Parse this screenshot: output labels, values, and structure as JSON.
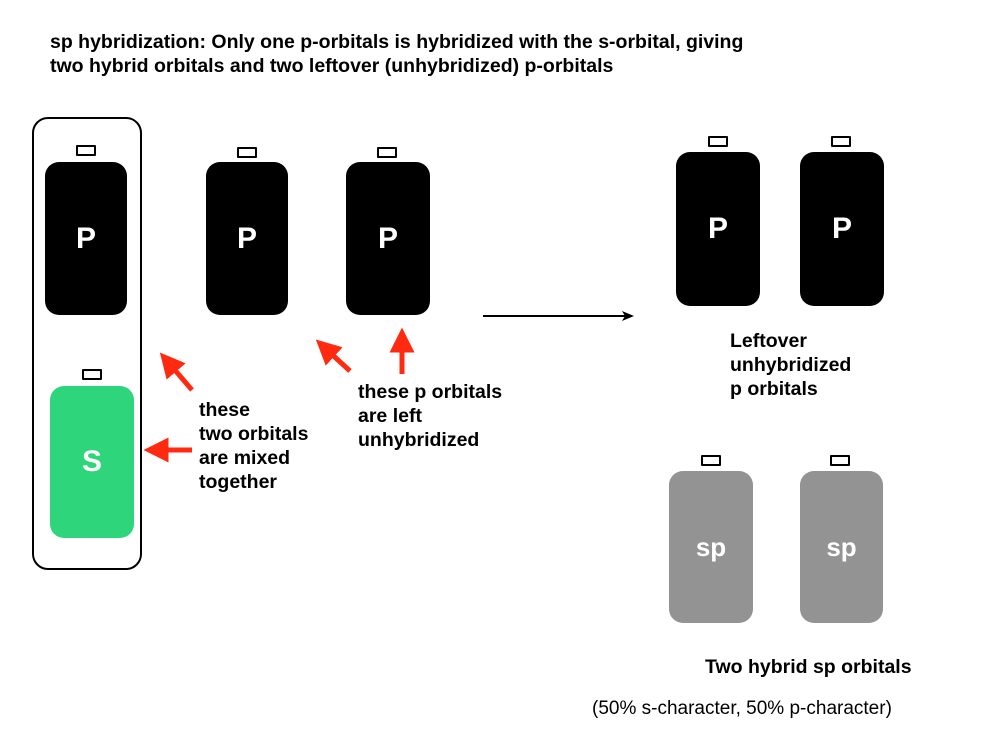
{
  "title": {
    "line1": "sp hybridization: Only one p-orbitals is hybridized with the s-orbital, giving",
    "line2": "two hybrid orbitals and two leftover (unhybridized) p-orbitals"
  },
  "orbitals": {
    "p1": "P",
    "p2": "P",
    "p3": "P",
    "s": "S",
    "p_left1": "P",
    "p_left2": "P",
    "sp1": "sp",
    "sp2": "sp"
  },
  "labels": {
    "mixed": [
      "these",
      "two orbitals",
      "are mixed",
      "together"
    ],
    "unhybridized": [
      "these p orbitals",
      "are left",
      "unhybridized"
    ],
    "leftover": [
      "Leftover",
      "unhybridized",
      "p orbitals"
    ],
    "hybrid_title": "Two hybrid sp orbitals",
    "hybrid_sub": "(50% s-character, 50% p-character)"
  },
  "colors": {
    "p_orbital": "#000000",
    "s_orbital": "#2ed57a",
    "sp_orbital": "#939393",
    "annotation_arrow": "#ff2a10"
  }
}
